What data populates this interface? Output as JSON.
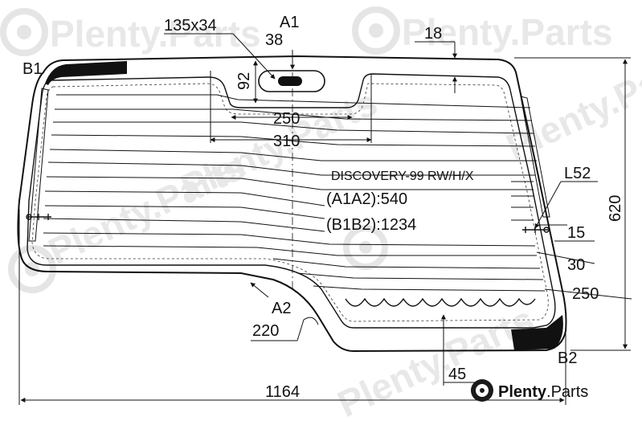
{
  "model": {
    "name": "DISCOVERY-99 RW/H/X",
    "a1a2": "(A1A2):540",
    "b1b2": "(B1B2):1234"
  },
  "points": {
    "a1": "A1",
    "a2": "A2",
    "b1": "B1",
    "b2": "B2"
  },
  "dimensions": {
    "opening": "135x34",
    "d38": "38",
    "d18": "18",
    "d92": "92",
    "d250_top": "250",
    "d310": "310",
    "l52": "L52",
    "d620": "620",
    "d15": "15",
    "d30": "30",
    "d250_side": "250",
    "d220": "220",
    "d45": "45",
    "d1164": "1164"
  },
  "watermark": {
    "text": "Plenty.Parts",
    "brand_main": "Plenty",
    "brand_suffix": ".Parts"
  }
}
